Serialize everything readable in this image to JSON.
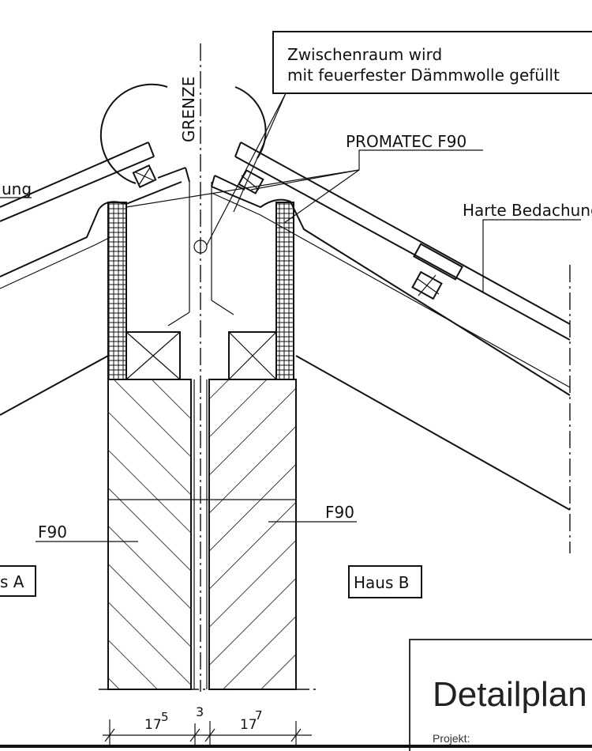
{
  "labels": {
    "note_line1": "Zwischenraum wird",
    "note_line2": "mit feuerfester Dämmwolle gefüllt",
    "grenze": "GRENZE",
    "promatec": "PROMATEC F90",
    "harte_bedachung": "Harte Bedachung",
    "left_cut_label": "ung",
    "f90_left": "F90",
    "f90_right": "F90",
    "haus_a": "s A",
    "haus_b": "Haus B"
  },
  "dimensions": {
    "left": "17",
    "left_sup": "5",
    "gap": "3",
    "right": "17",
    "right_sup": "7"
  },
  "title_block": {
    "title": "Detailplan",
    "project_label": "Projekt:"
  }
}
